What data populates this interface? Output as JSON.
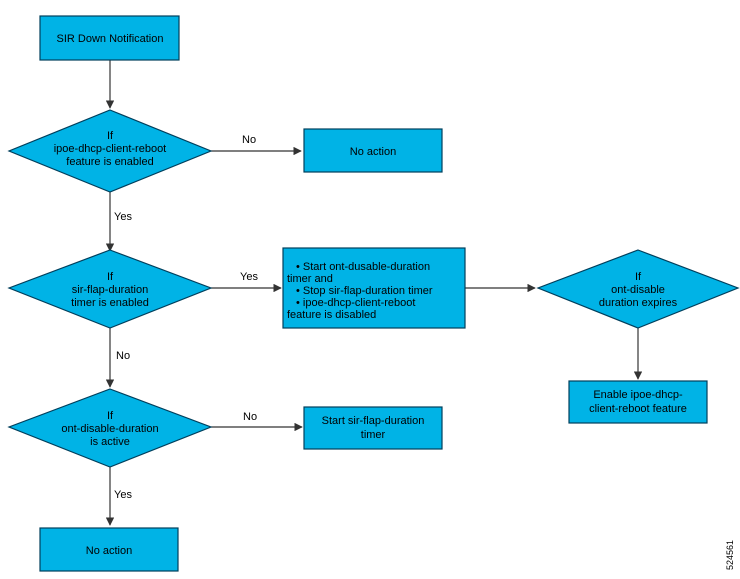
{
  "colors": {
    "fill": "#00b3e6",
    "stroke": "#003f5c",
    "line": "#333333"
  },
  "nodes": {
    "start": "SIR Down Notification",
    "decision_reboot": [
      "If",
      "ipoe-dhcp-client-reboot",
      "feature is enabled"
    ],
    "no_action_top": "No action",
    "decision_flap": [
      "If",
      "sir-flap-duration",
      "timer is enabled"
    ],
    "actions_box": [
      "•  Start ont-dusable-duration",
      "timer and",
      "•  Stop sir-flap-duration timer",
      "•  ipoe-dhcp-client-reboot",
      "feature is disabled"
    ],
    "decision_expire": [
      "If",
      "ont-disable",
      "duration expires"
    ],
    "enable_box": [
      "Enable ipoe-dhcp-",
      "client-reboot feature"
    ],
    "decision_ont": [
      "If",
      "ont-disable-duration",
      "is active"
    ],
    "start_flap_box": [
      "Start sir-flap-duration",
      "timer"
    ],
    "no_action_bottom": "No action"
  },
  "edge_labels": {
    "reboot_no": "No",
    "reboot_yes": "Yes",
    "flap_yes": "Yes",
    "flap_no": "No",
    "ont_no": "No",
    "ont_yes": "Yes"
  },
  "figure_number": "524561"
}
